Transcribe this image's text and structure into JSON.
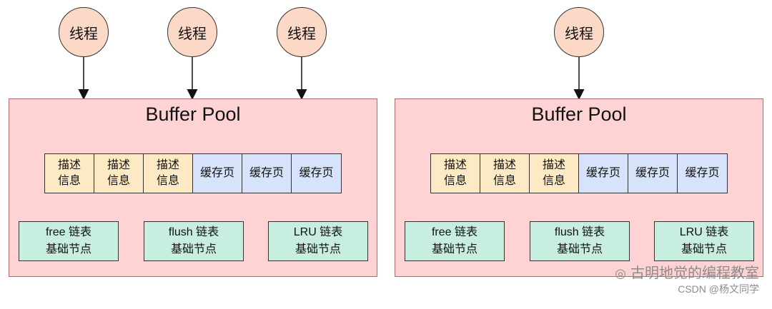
{
  "thread_label": "线程",
  "pools": [
    {
      "title": "Buffer Pool",
      "threads": 3,
      "cells": [
        {
          "type": "desc",
          "text": "描述\n信息"
        },
        {
          "type": "desc",
          "text": "描述\n信息"
        },
        {
          "type": "desc",
          "text": "描述\n信息"
        },
        {
          "type": "page",
          "text": "缓存页"
        },
        {
          "type": "page",
          "text": "缓存页"
        },
        {
          "type": "page",
          "text": "缓存页"
        }
      ],
      "nodes": [
        "free 链表\n基础节点",
        "flush 链表\n基础节点",
        "LRU 链表\n基础节点"
      ]
    },
    {
      "title": "Buffer Pool",
      "threads": 1,
      "cells": [
        {
          "type": "desc",
          "text": "描述\n信息"
        },
        {
          "type": "desc",
          "text": "描述\n信息"
        },
        {
          "type": "desc",
          "text": "描述\n信息"
        },
        {
          "type": "page",
          "text": "缓存页"
        },
        {
          "type": "page",
          "text": "缓存页"
        },
        {
          "type": "page",
          "text": "缓存页"
        }
      ],
      "nodes": [
        "free 链表\n基础节点",
        "flush 链表\n基础节点",
        "LRU 链表\n基础节点"
      ]
    }
  ],
  "watermark": {
    "line1": "古明地觉的编程教室",
    "line2": "CSDN @杨文同学",
    "icon": "wechat-icon"
  },
  "colors": {
    "thread_fill": "#fbd9c6",
    "pool_fill": "#ffd3d3",
    "desc_fill": "#fde9c4",
    "page_fill": "#d7e3fa",
    "node_fill": "#c7eedf"
  }
}
